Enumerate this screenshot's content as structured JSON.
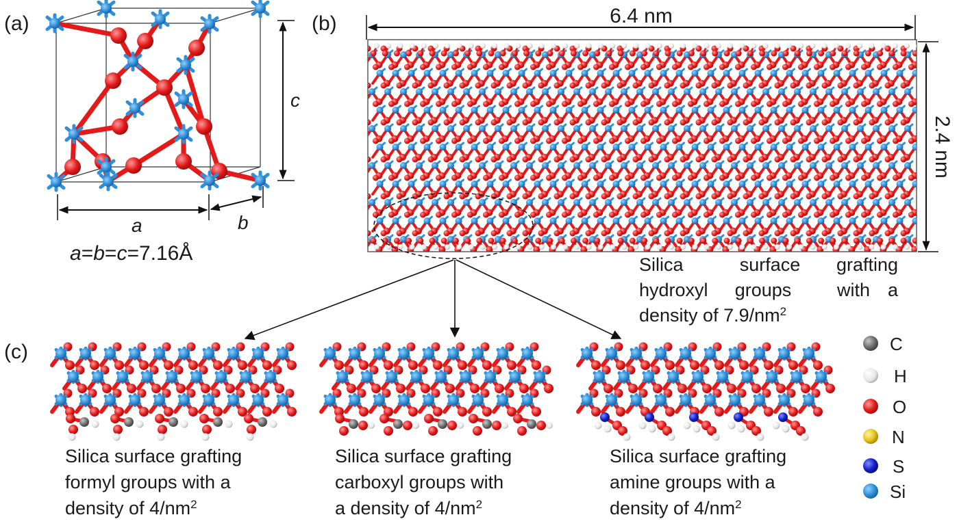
{
  "panel_a": {
    "label": "(a)",
    "axis_a": "a",
    "axis_b": "b",
    "axis_c": "c",
    "lattice_eq": {
      "a": "a",
      "eq1": "=",
      "b": "b",
      "eq2": "=",
      "c": "c",
      "value": "=7.16Å"
    }
  },
  "panel_b": {
    "label": "(b)",
    "width": "6.4 nm",
    "height": "2.4 nm",
    "caption": {
      "line1": [
        "Silica",
        "surface",
        "grafting"
      ],
      "line2": [
        "hydroxyl",
        "groups",
        "with",
        "a"
      ],
      "line3": "density of 7.9/nm",
      "sup": "2"
    }
  },
  "panel_c": {
    "label": "(c)",
    "captions": [
      {
        "line1": "Silica surface grafting",
        "line2": "formyl groups with a",
        "line3": "density of 4/nm",
        "sup": "2"
      },
      {
        "line1": "Silica surface grafting",
        "line2": "carboxyl groups with",
        "line3": "a density of 4/nm",
        "sup": "2"
      },
      {
        "line1": "Silica surface grafting",
        "line2": "amine groups with a",
        "line3": "density of 4/nm",
        "sup": "2"
      }
    ]
  },
  "legend": [
    {
      "symbol": "C",
      "color": "#6e6e6e"
    },
    {
      "symbol": "H",
      "color": "#f2f2f2"
    },
    {
      "symbol": "O",
      "color": "#e41a1a"
    },
    {
      "symbol": "N",
      "color": "#e6c619"
    },
    {
      "symbol": "S",
      "color": "#1020c8"
    },
    {
      "symbol": "Si",
      "color": "#2f8fd8"
    }
  ],
  "colors": {
    "si": "#2f8fd8",
    "o": "#e41a1a",
    "h": "#f2f2f2",
    "c": "#6e6e6e",
    "s": "#1020c8"
  }
}
